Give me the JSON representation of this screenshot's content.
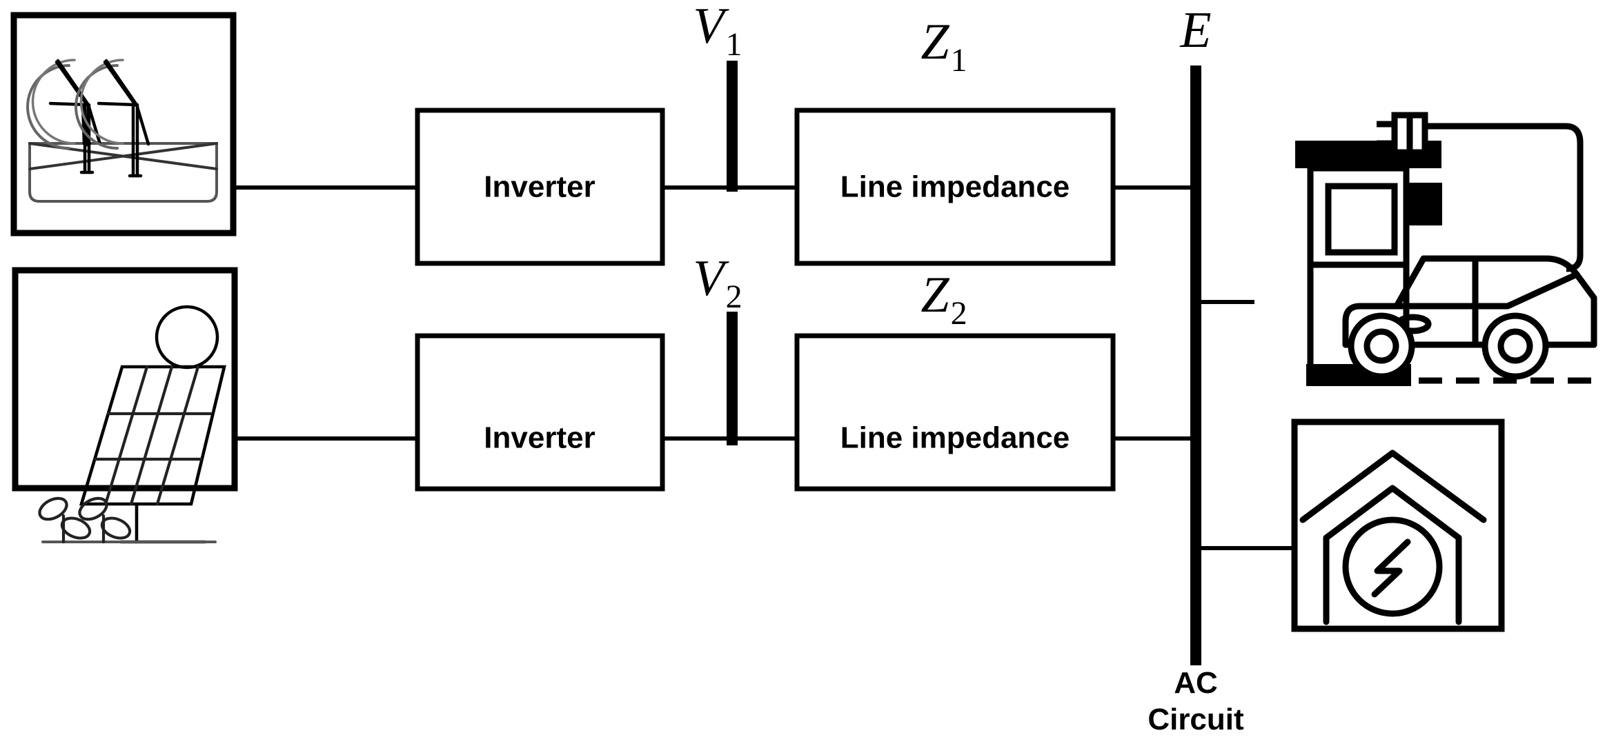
{
  "diagram": {
    "title": "Microgrid single-line diagram",
    "colors": {
      "stroke": "#000000",
      "fill": "#ffffff",
      "light_stroke": "#3a3a3a"
    }
  },
  "sources": [
    {
      "id": "wind",
      "icon": "wind-turbine-icon",
      "icon_label": "Wind turbines"
    },
    {
      "id": "solar",
      "icon": "solar-panel-icon",
      "icon_label": "Solar panel"
    }
  ],
  "branches": [
    {
      "id": "branch-1",
      "inverter_label": "Inverter",
      "bus_label": "V",
      "bus_sub": "1",
      "impedance_label": "Line impedance",
      "impedance_symbol": "Z",
      "impedance_sub": "1"
    },
    {
      "id": "branch-2",
      "inverter_label": "Inverter",
      "bus_label": "V",
      "bus_sub": "2",
      "impedance_label": "Line impedance",
      "impedance_symbol": "Z",
      "impedance_sub": "2"
    }
  ],
  "main_bus": {
    "symbol": "E",
    "caption_line1": "AC",
    "caption_line2": "Circuit"
  },
  "loads": [
    {
      "id": "ev",
      "icon": "ev-charging-station-icon",
      "label": "EV charging station"
    },
    {
      "id": "car",
      "icon": "electric-car-icon",
      "label": "Electric vehicle"
    },
    {
      "id": "plug",
      "icon": "power-plug-icon",
      "label": "Charging plug"
    },
    {
      "id": "home",
      "icon": "smart-home-energy-icon",
      "label": "Home load"
    }
  ]
}
